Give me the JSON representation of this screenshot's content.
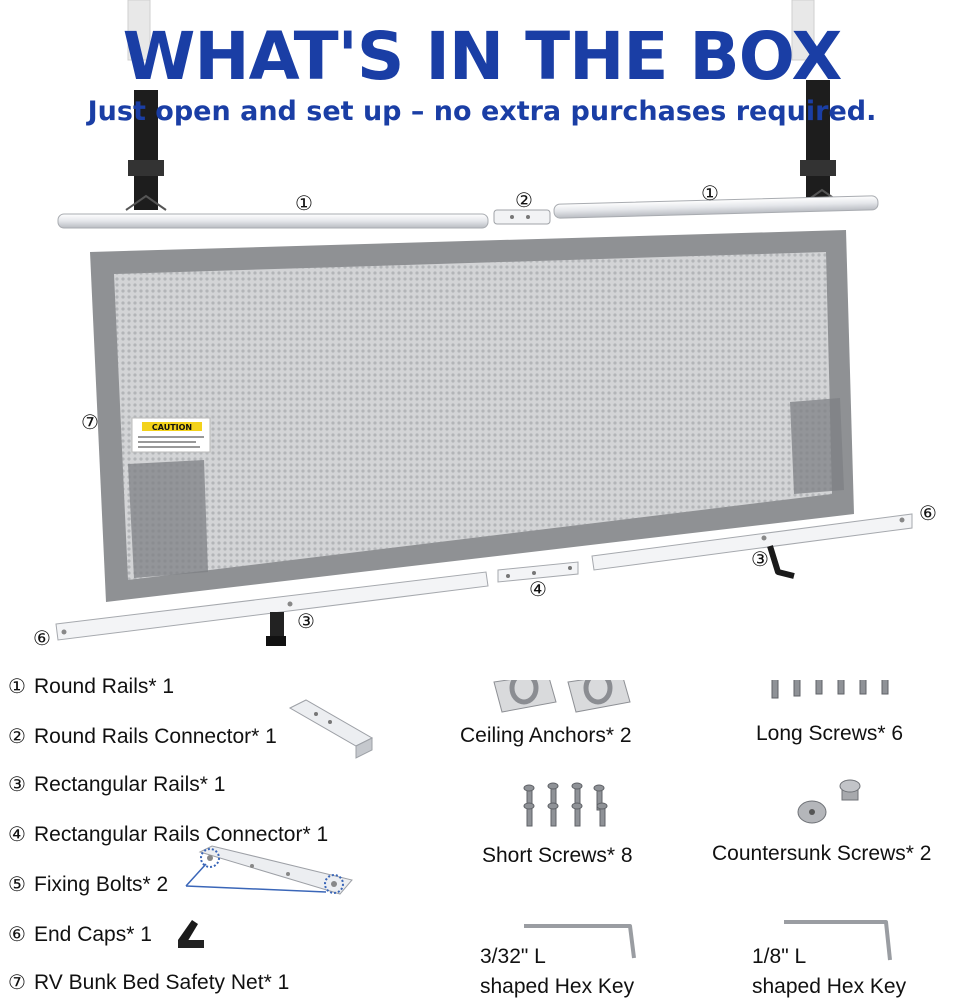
{
  "header": {
    "title": "WHAT'S IN THE BOX",
    "subtitle": "Just open and set up – no extra purchases required."
  },
  "diagram_labels": {
    "round_rail_left": "①",
    "round_rail_right": "①",
    "round_connector": "②",
    "rect_rail_left": "③",
    "rect_rail_right": "③",
    "rect_connector": "④",
    "end_cap_left": "⑥",
    "end_cap_right": "⑥",
    "safety_net": "⑦",
    "caution_label": "CAUTION"
  },
  "items": [
    {
      "num": "①",
      "label": "Round Rails* 1"
    },
    {
      "num": "②",
      "label": "Round Rails Connector* 1"
    },
    {
      "num": "③",
      "label": "Rectangular Rails* 1"
    },
    {
      "num": "④",
      "label": "Rectangular Rails Connector* 1"
    },
    {
      "num": "⑤",
      "label": "Fixing Bolts* 2"
    },
    {
      "num": "⑥",
      "label": "End Caps* 1"
    },
    {
      "num": "⑦",
      "label": "RV Bunk Bed Safety Net* 1"
    }
  ],
  "hardware": {
    "ceiling_anchors": "Ceiling Anchors* 2",
    "long_screws": "Long Screws* 6",
    "short_screws": "Short Screws* 8",
    "countersunk_screws": "Countersunk Screws* 2",
    "hex_key_small_line1": "3/32\" L",
    "hex_key_small_line2": "shaped Hex Key",
    "hex_key_large_line1": "1/8\" L",
    "hex_key_large_line2": "shaped Hex Key"
  },
  "colors": {
    "title": "#1a3ea5",
    "net_frame": "#8f9194",
    "net_mesh": "#c9cacc",
    "rail": "#e9ebee"
  }
}
